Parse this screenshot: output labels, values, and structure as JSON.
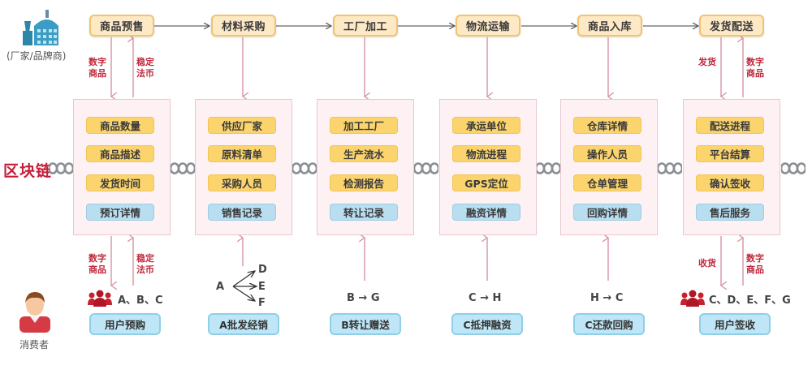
{
  "actors": {
    "manufacturer_label": "(厂家/品牌商)",
    "consumer_label": "消费者"
  },
  "blockchain_label": "区块链",
  "stages": [
    {
      "label": "商品预售"
    },
    {
      "label": "材料采购"
    },
    {
      "label": "工厂加工"
    },
    {
      "label": "物流运输"
    },
    {
      "label": "商品入库"
    },
    {
      "label": "发货配送"
    }
  ],
  "blocks": [
    {
      "fields": [
        "商品数量",
        "商品描述",
        "发货时间"
      ],
      "record": "预订详情"
    },
    {
      "fields": [
        "供应厂家",
        "原料清单",
        "采购人员"
      ],
      "record": "销售记录"
    },
    {
      "fields": [
        "加工工厂",
        "生产流水",
        "检测报告"
      ],
      "record": "转让记录"
    },
    {
      "fields": [
        "承运单位",
        "物流进程",
        "GPS定位"
      ],
      "record": "融资详情"
    },
    {
      "fields": [
        "仓库详情",
        "操作人员",
        "仓单管理"
      ],
      "record": "回购详情"
    },
    {
      "fields": [
        "配送进程",
        "平台结算",
        "确认签收"
      ],
      "record": "售后服务"
    }
  ],
  "flow_labels": {
    "top_first_down": "数字\n商品",
    "top_first_up": "稳定\n法币",
    "top_last_down": "发货",
    "top_last_up": "数字\n商品",
    "bottom_first_down": "数字\n商品",
    "bottom_first_up": "稳定\n法币",
    "bottom_last_down": "收货",
    "bottom_last_up": "数字\n商品"
  },
  "transfers": [
    {
      "text": "A、B、C"
    },
    {
      "from": "A",
      "to": [
        "D",
        "E",
        "F"
      ]
    },
    {
      "text": "B → G"
    },
    {
      "text": "C → H"
    },
    {
      "text": "H → C"
    },
    {
      "text": "C、D、E、F、G"
    }
  ],
  "actions": [
    {
      "label": "用户预购"
    },
    {
      "label": "A批发经销"
    },
    {
      "label": "B转让赠送"
    },
    {
      "label": "C抵押融资"
    },
    {
      "label": "C还款回购"
    },
    {
      "label": "用户签收"
    }
  ],
  "colors": {
    "stage_fill": "#fde9c6",
    "stage_border": "#f1c46f",
    "field_yellow": "#fbd46e",
    "field_blue": "#b9def0",
    "action_fill": "#bfe6f6",
    "panel_fill": "#fdf1f4",
    "arrow_pink": "#d48a9c",
    "label_red": "#c0283c"
  }
}
